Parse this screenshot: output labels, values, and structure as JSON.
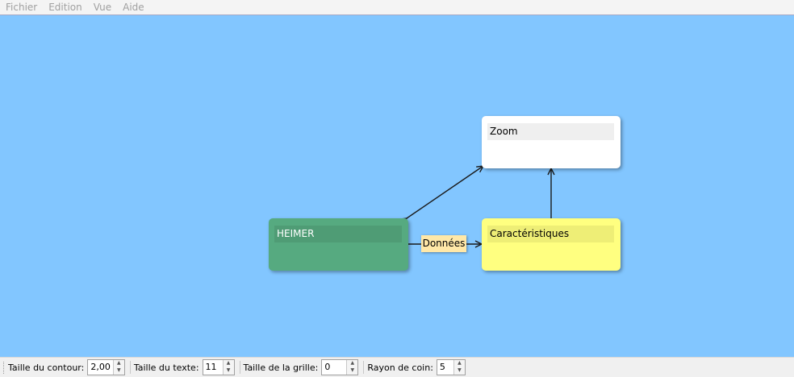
{
  "menu": {
    "items": [
      "Fichier",
      "Edition",
      "Vue",
      "Aide"
    ]
  },
  "canvas": {
    "background_color": "#82c6ff",
    "nodes": [
      {
        "id": "zoom",
        "text": "Zoom",
        "color": "#ffffff"
      },
      {
        "id": "heimer",
        "text": "HEIMER",
        "color": "#56aa80"
      },
      {
        "id": "caracteristiques",
        "text": "Caractéristiques",
        "color": "#ffff80"
      }
    ],
    "edges": [
      {
        "from": "heimer",
        "to": "zoom",
        "label": ""
      },
      {
        "from": "caracteristiques",
        "to": "zoom",
        "label": ""
      },
      {
        "from": "heimer",
        "to": "caracteristiques",
        "label": "Données"
      }
    ]
  },
  "statusbar": {
    "contour_label": "Taille du contour:",
    "contour_value": "2,00",
    "text_size_label": "Taille du texte:",
    "text_size_value": "11",
    "grid_size_label": "Taille de la grille:",
    "grid_size_value": "0",
    "corner_radius_label": "Rayon de coin:",
    "corner_radius_value": "5"
  }
}
